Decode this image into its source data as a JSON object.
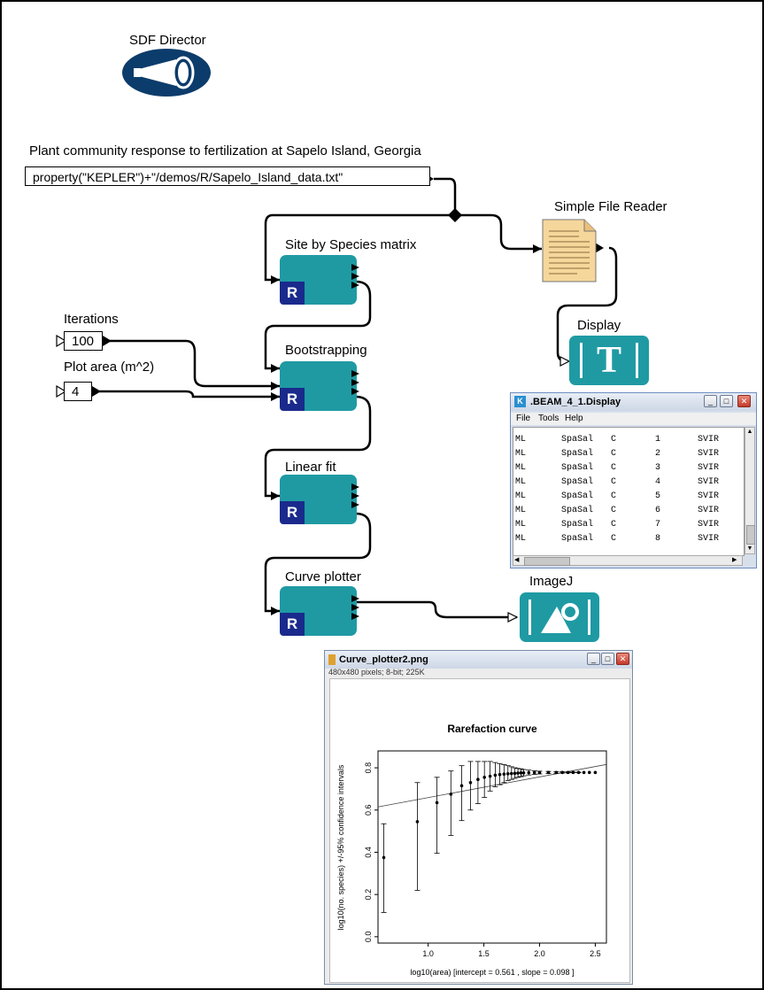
{
  "director": {
    "label": "SDF Director"
  },
  "workflow": {
    "title": "Plant community response to fertilization at Sapelo Island, Georgia",
    "file_expression": "property(\"KEPLER\")+\"/demos/R/Sapelo_Island_data.txt\""
  },
  "parameters": {
    "iterations": {
      "label": "Iterations",
      "value": "100"
    },
    "plot_area": {
      "label": "Plot area (m^2)",
      "value": "4"
    }
  },
  "actors": {
    "site_by_species": "Site by Species matrix",
    "bootstrapping": "Bootstrapping",
    "linear_fit": "Linear fit",
    "curve_plotter": "Curve plotter",
    "r_badge": "R",
    "simple_file_reader": "Simple File Reader",
    "display": "Display",
    "display_glyph": "T",
    "imagej": "ImageJ"
  },
  "display_window": {
    "title": ".BEAM_4_1.Display",
    "app_icon": "K",
    "menu": [
      "File",
      "Tools",
      "Help"
    ],
    "rows": [
      [
        "ML",
        "SpaSal",
        "C",
        "1",
        "SVIR"
      ],
      [
        "ML",
        "SpaSal",
        "C",
        "2",
        "SVIR"
      ],
      [
        "ML",
        "SpaSal",
        "C",
        "3",
        "SVIR"
      ],
      [
        "ML",
        "SpaSal",
        "C",
        "4",
        "SVIR"
      ],
      [
        "ML",
        "SpaSal",
        "C",
        "5",
        "SVIR"
      ],
      [
        "ML",
        "SpaSal",
        "C",
        "6",
        "SVIR"
      ],
      [
        "ML",
        "SpaSal",
        "C",
        "7",
        "SVIR"
      ],
      [
        "ML",
        "SpaSal",
        "C",
        "8",
        "SVIR"
      ]
    ]
  },
  "plot_window": {
    "title": "Curve_plotter2.png",
    "info": "480x480 pixels; 8-bit; 225K"
  },
  "chart_data": {
    "type": "scatter",
    "title": "Rarefaction curve",
    "xlabel": "log10(area)  [intercept = 0.561 , slope = 0.098 ]",
    "ylabel": "log10(no. species) +/-95% confidence intervals",
    "xlim": [
      0.55,
      2.6
    ],
    "ylim": [
      -0.03,
      0.88
    ],
    "xticks": [
      "1.0",
      "1.5",
      "2.0",
      "2.5"
    ],
    "xtick_values": [
      1.0,
      1.5,
      2.0,
      2.5
    ],
    "yticks": [
      "0.0",
      "0.2",
      "0.4",
      "0.6",
      "0.8"
    ],
    "ytick_values": [
      0.0,
      0.2,
      0.4,
      0.6,
      0.8
    ],
    "fit_line": {
      "intercept": 0.561,
      "slope": 0.098
    },
    "points": [
      {
        "x": 0.602,
        "y": 0.375,
        "lo": 0.115,
        "hi": 0.535
      },
      {
        "x": 0.903,
        "y": 0.545,
        "lo": 0.22,
        "hi": 0.73
      },
      {
        "x": 1.079,
        "y": 0.635,
        "lo": 0.395,
        "hi": 0.755
      },
      {
        "x": 1.204,
        "y": 0.675,
        "lo": 0.48,
        "hi": 0.785
      },
      {
        "x": 1.301,
        "y": 0.715,
        "lo": 0.55,
        "hi": 0.81
      },
      {
        "x": 1.38,
        "y": 0.73,
        "lo": 0.6,
        "hi": 0.83
      },
      {
        "x": 1.447,
        "y": 0.745,
        "lo": 0.63,
        "hi": 0.83
      },
      {
        "x": 1.505,
        "y": 0.755,
        "lo": 0.66,
        "hi": 0.83
      },
      {
        "x": 1.556,
        "y": 0.76,
        "lo": 0.69,
        "hi": 0.83
      },
      {
        "x": 1.602,
        "y": 0.765,
        "lo": 0.71,
        "hi": 0.825
      },
      {
        "x": 1.643,
        "y": 0.768,
        "lo": 0.72,
        "hi": 0.82
      },
      {
        "x": 1.681,
        "y": 0.77,
        "lo": 0.73,
        "hi": 0.815
      },
      {
        "x": 1.716,
        "y": 0.772,
        "lo": 0.74,
        "hi": 0.81
      },
      {
        "x": 1.748,
        "y": 0.773,
        "lo": 0.745,
        "hi": 0.805
      },
      {
        "x": 1.778,
        "y": 0.774,
        "lo": 0.75,
        "hi": 0.8
      },
      {
        "x": 1.806,
        "y": 0.775,
        "lo": 0.755,
        "hi": 0.797
      },
      {
        "x": 1.833,
        "y": 0.776,
        "lo": 0.758,
        "hi": 0.795
      },
      {
        "x": 1.857,
        "y": 0.776,
        "lo": 0.762,
        "hi": 0.792
      },
      {
        "x": 1.903,
        "y": 0.777,
        "lo": 0.766,
        "hi": 0.789
      },
      {
        "x": 1.954,
        "y": 0.777,
        "lo": 0.769,
        "hi": 0.786
      },
      {
        "x": 2.0,
        "y": 0.778,
        "lo": 0.771,
        "hi": 0.784
      },
      {
        "x": 2.079,
        "y": 0.778,
        "lo": 0.773,
        "hi": 0.783
      },
      {
        "x": 2.15,
        "y": 0.778,
        "lo": 0.774,
        "hi": 0.782
      },
      {
        "x": 2.204,
        "y": 0.778,
        "lo": 0.775,
        "hi": 0.781
      },
      {
        "x": 2.255,
        "y": 0.778,
        "lo": 0.776,
        "hi": 0.78
      },
      {
        "x": 2.301,
        "y": 0.778,
        "lo": 0.777,
        "hi": 0.779
      },
      {
        "x": 2.35,
        "y": 0.778,
        "lo": 0.777,
        "hi": 0.779
      },
      {
        "x": 2.398,
        "y": 0.778,
        "lo": 0.778,
        "hi": 0.778
      },
      {
        "x": 2.447,
        "y": 0.778,
        "lo": 0.778,
        "hi": 0.778
      },
      {
        "x": 2.5,
        "y": 0.778,
        "lo": 0.778,
        "hi": 0.778
      }
    ]
  }
}
